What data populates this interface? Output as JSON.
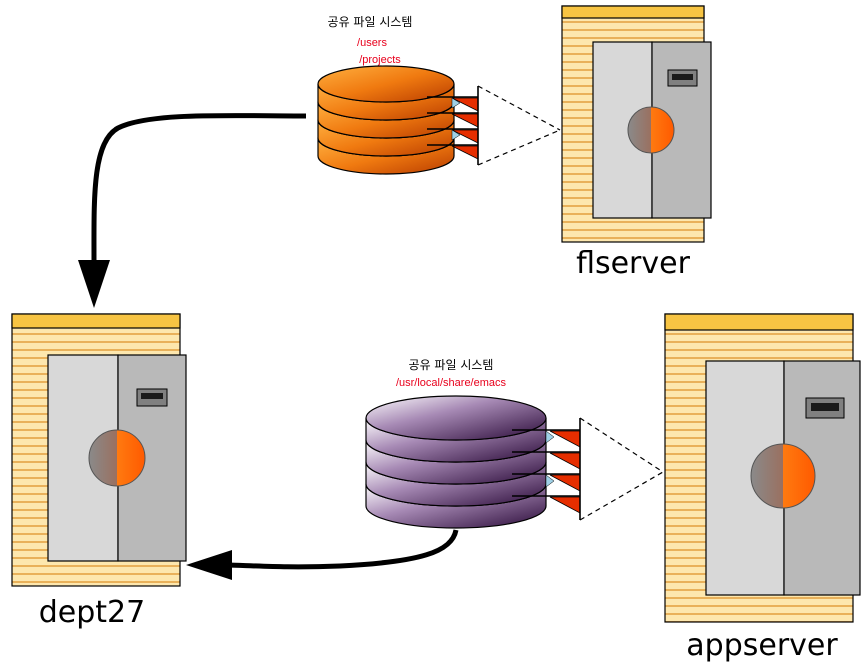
{
  "colors": {
    "path_text": "#e8001c",
    "rack_fill": "#fde7ae",
    "rack_stripe": "#e9b15a",
    "rack_top": "#f7c443",
    "panel_left": "#d8d8d8",
    "panel_right": "#b9b9b9",
    "button_gradient_from": "#8a8a8a",
    "button_gradient_to": "#ff6a00",
    "disk_orange_light": "#ffb040",
    "disk_orange_dark": "#cc4a00",
    "disk_purple_light": "#ffffff",
    "disk_purple_dark": "#3a1148",
    "connector_red": "#e62e00"
  },
  "filesystems": [
    {
      "id": "fs-top",
      "title": "공유 파일 시스템",
      "paths": [
        "/users",
        "/projects"
      ],
      "disk_style": "orange"
    },
    {
      "id": "fs-bottom",
      "title": "공유 파일 시스템",
      "paths": [
        "/usr/local/share/emacs"
      ],
      "disk_style": "purple"
    }
  ],
  "servers": [
    {
      "id": "flserver",
      "label": "flserver"
    },
    {
      "id": "dept27",
      "label": "dept27"
    },
    {
      "id": "appserver",
      "label": "appserver"
    }
  ]
}
